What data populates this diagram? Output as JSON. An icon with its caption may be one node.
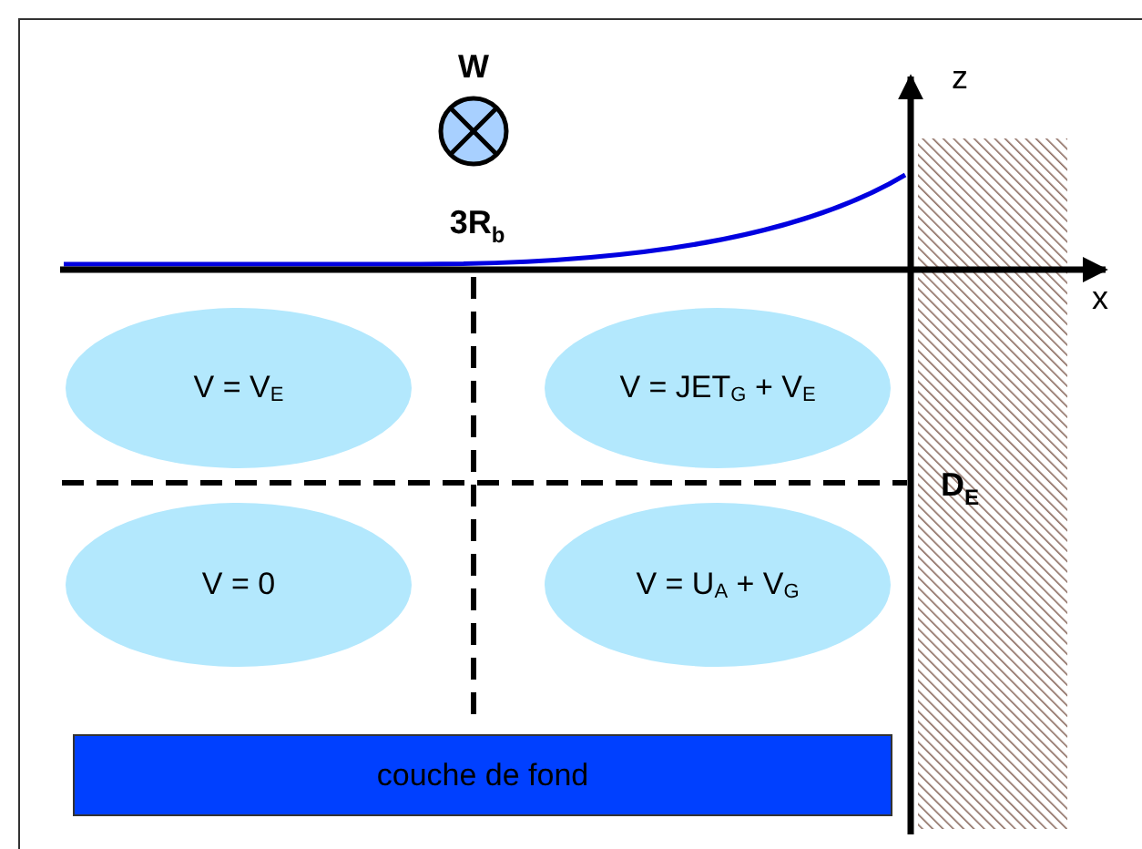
{
  "diagram": {
    "nodes": [
      {
        "text": [
          "V = V$_{E}$"
        ]
      },
      {
        "text": [
          "V = JET$_{G}$ + V$_{E}$"
        ]
      },
      {
        "text": [
          "V = 0"
        ]
      },
      {
        "text": [
          "V = U$_{A}$ + V$_{G}$"
        ]
      },
      {
        "text": [
          "couche de fond"
        ]
      }
    ],
    "labels": [
      "W",
      "z",
      "3R$_{b}$",
      "x",
      "D$_{E}$"
    ]
  }
}
